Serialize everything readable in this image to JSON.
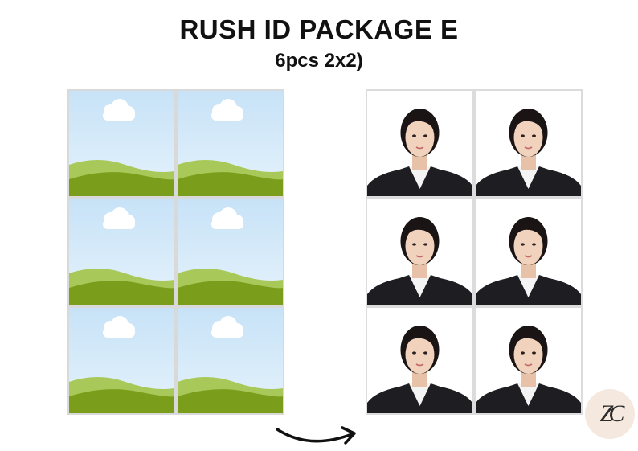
{
  "header": {
    "title": "RUSH ID PACKAGE E",
    "subtitle": "6pcs 2x2)"
  },
  "left_sheet": {
    "tile_count": 6,
    "placeholder_icon": "landscape-placeholder-icon"
  },
  "right_sheet": {
    "tile_count": 6,
    "photo_icon": "id-portrait-photo"
  },
  "arrow_icon": "curved-arrow-right-icon",
  "logo": {
    "icon": "studio-logo",
    "monogram": "ZC"
  },
  "colors": {
    "sky": "#cfe7f8",
    "grass_dark": "#7a9e1c",
    "grass_light": "#a9c85a",
    "cloud": "#ffffff",
    "suit": "#1d1d22",
    "logo_bg": "#f5e8df"
  }
}
